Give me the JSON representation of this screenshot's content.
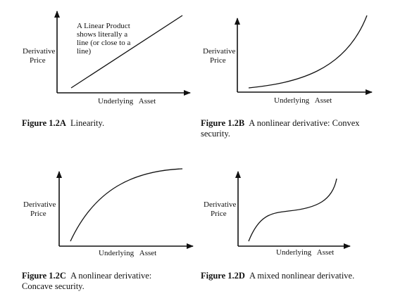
{
  "panels": [
    {
      "id": "A",
      "ylabel": [
        "Derivative",
        "Price"
      ],
      "xlabel": "Underlying   Asset",
      "annotation": [
        "A Linear Product",
        "shows literally a",
        "line (or close to a",
        "line)"
      ],
      "figure_label": "Figure 1.2A",
      "caption": "Linearity."
    },
    {
      "id": "B",
      "ylabel": [
        "Derivative",
        "Price"
      ],
      "xlabel": "Underlying   Asset",
      "figure_label": "Figure 1.2B",
      "caption": "A nonlinear derivative: Convex security."
    },
    {
      "id": "C",
      "ylabel": [
        "Derivative",
        "Price"
      ],
      "xlabel": "Underlying   Asset",
      "figure_label": "Figure 1.2C",
      "caption": "A nonlinear derivative: Concave security."
    },
    {
      "id": "D",
      "ylabel": [
        "Derivative",
        "Price"
      ],
      "xlabel": "Underlying   Asset",
      "figure_label": "Figure 1.2D",
      "caption": "A mixed nonlinear derivative."
    }
  ]
}
